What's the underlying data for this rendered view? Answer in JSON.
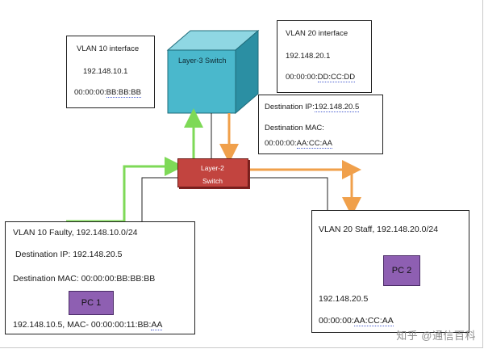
{
  "vlan10_interface": {
    "title": "VLAN 10 interface",
    "ip": "192.148.10.1",
    "mac_prefix": "00:00:00:",
    "mac_suffix": "BB:BB:BB"
  },
  "vlan20_interface": {
    "title": "VLAN 20 interface",
    "ip": "192.148.20.1",
    "mac_prefix": "00:00:00:",
    "mac_suffix": "DD:CC:DD"
  },
  "layer3_switch": {
    "label": "Layer-3 Switch"
  },
  "layer2_switch": {
    "label_line1": "Layer-2",
    "label_line2": "Switch"
  },
  "destination_box": {
    "ip_prefix": "Destination IP:",
    "ip_value": "192.148.20.5",
    "mac_label": "Destination MAC:",
    "mac_prefix": "00:00:00:",
    "mac_suffix": "AA:CC:AA"
  },
  "vlan10_faulty": {
    "title": "VLAN 10 Faulty, 192.148.10.0/24",
    "dest_ip": "Destination IP: 192.148.20.5",
    "dest_mac": "Destination MAC: 00:00:00:BB:BB:BB",
    "pc_label": "PC  1",
    "footer_prefix": "192.148.10.5, MAC- 00:00:00:11:BB:",
    "footer_suffix": "AA"
  },
  "vlan20_staff": {
    "title": "VLAN 20 Staff, 192.148.20.0/24",
    "pc_label": "PC 2",
    "ip": "192.148.20.5",
    "mac_prefix": "00:00:00:",
    "mac_suffix": "AA:CC:AA"
  },
  "watermark": "知乎 @通信百科",
  "colors": {
    "green_path": "#7ed957",
    "orange_path": "#f0a04b",
    "l3_front": "#4ab8cc",
    "l3_top": "#8fd7e3",
    "l3_side": "#2b8fa3",
    "l2_switch": "#c2443f",
    "pc": "#8e5fb2"
  }
}
